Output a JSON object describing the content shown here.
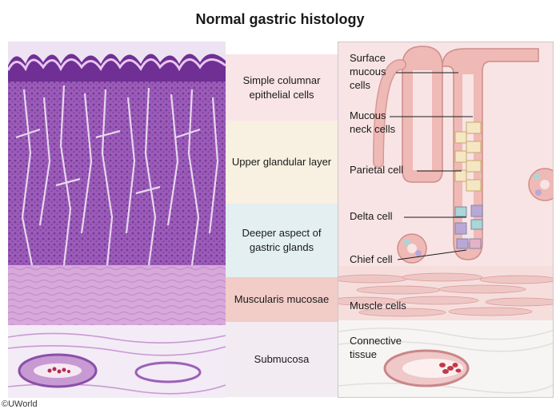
{
  "title": "Normal gastric histology",
  "layers": [
    "Simple columnar epithelial cells",
    "Upper glandular layer",
    "Deeper aspect of gastric glands",
    "Muscularis mucosae",
    "Submucosa"
  ],
  "cell_labels": {
    "surface_mucous_1": "Surface",
    "surface_mucous_2": "mucous",
    "surface_mucous_3": "cells",
    "mucous_neck_1": "Mucous",
    "mucous_neck_2": "neck cells",
    "parietal": "Parietal cell",
    "delta": "Delta cell",
    "chief": "Chief cell",
    "muscle": "Muscle cells",
    "connective_1": "Connective",
    "connective_2": "tissue"
  },
  "copyright": "©UWorld",
  "colors": {
    "layer_epithelial": "#f9e4e8",
    "layer_upper": "#f8f0e0",
    "layer_deeper": "#e3eff1",
    "layer_muscularis": "#f2ccc7",
    "layer_submucosa": "#f2ebf2",
    "stain_purple": "#8a4fa8",
    "stain_pink": "#d9b6dd",
    "gland_pink": "#eab4b4",
    "parietal_cream": "#f5e6c4",
    "delta_teal": "#a9d6d6",
    "chief_lavender": "#b9a8d6",
    "vessel_red": "#c23a4a"
  }
}
